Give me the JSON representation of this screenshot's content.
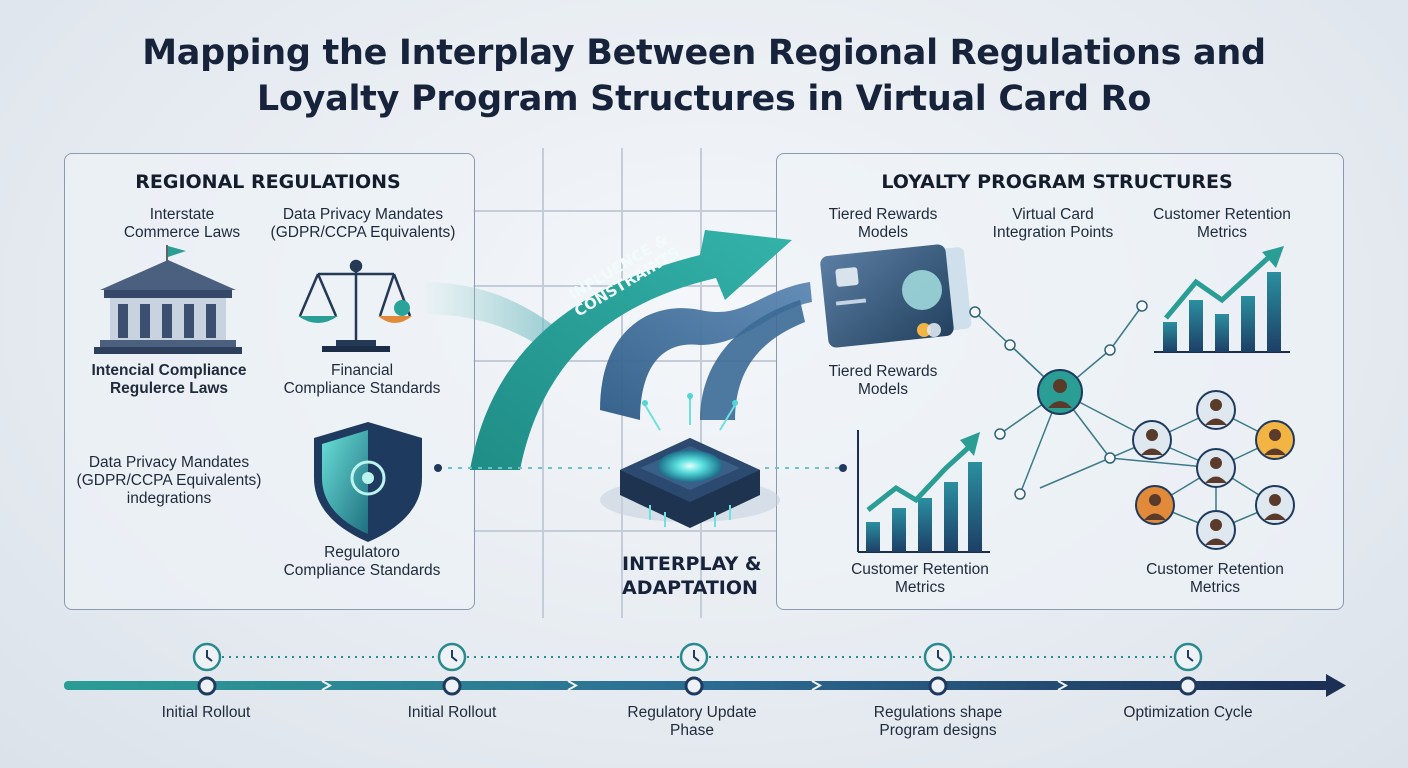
{
  "title": {
    "line1": "Mapping the Interplay Between Regional Regulations and",
    "line2": "Loyalty Program Structures in Virtual Card Ro"
  },
  "left_panel": {
    "heading": "REGIONAL REGULATIONS",
    "items": [
      "Interstate\nCommerce Laws",
      "Data Privacy Mandates\n(GDPR/CCPA Equivalents)",
      "Intencial Compliance\nRegulerce Laws",
      "Financial\nCompliance Standards",
      "Data Privacy Mandates\n(GDPR/CCPA Equivalents)\nindegrations",
      "Regulatoro\nCompliance Standards"
    ]
  },
  "arrow_label": "INFLUENCE &\nCONSTRAINTS",
  "center_label": "INTERPLAY &\nADAPTATION",
  "right_panel": {
    "heading": "LOYALTY PROGRAM STRUCTURES",
    "items": [
      "Tiered Rewards\nModels",
      "Virtual Card\nIntegration Points",
      "Customer Retention\nMetrics",
      "Tiered Rewards\nModels",
      "Customer Retention\nMetrics",
      "Customer Retention\nMetrics"
    ]
  },
  "timeline": [
    "Initial Rollout",
    "Initial Rollout",
    "Regulatory Update\nPhase",
    "Regulations shape\nProgram designs",
    "Optimization Cycle"
  ],
  "icons": [
    "bank-building-icon",
    "scales-of-justice-icon",
    "shield-icon",
    "chip-icon",
    "virtual-card-icon",
    "growth-chart-icon",
    "person-network-icon",
    "clock-icon"
  ],
  "colors": {
    "teal": "#2a9d95",
    "navy": "#1e3a5f",
    "steel_blue": "#3f6f9a",
    "title": "#16233b"
  }
}
